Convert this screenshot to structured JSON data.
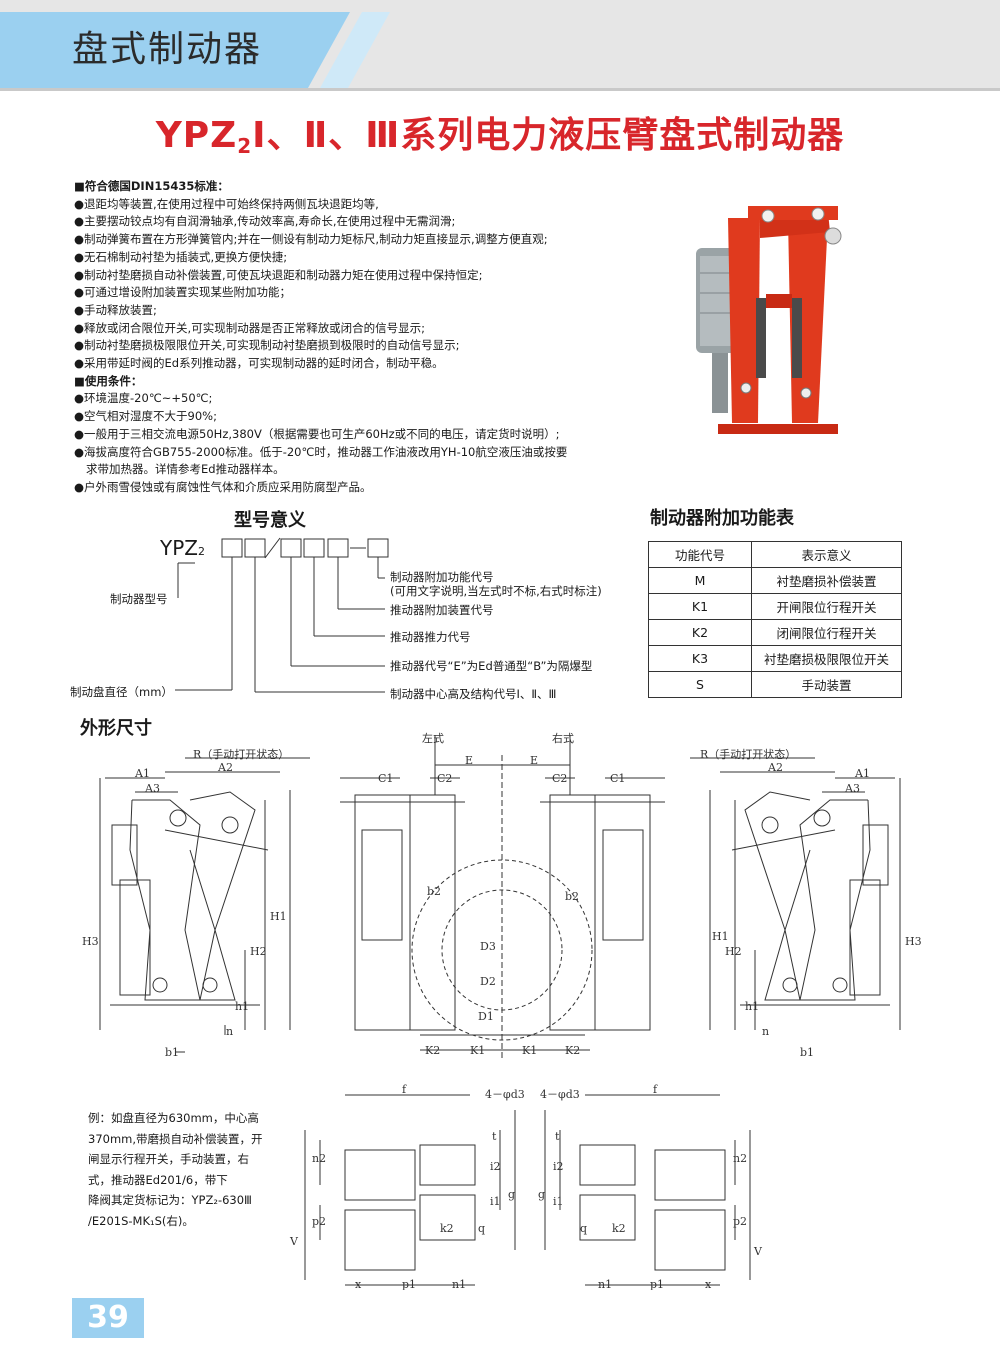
{
  "header": {
    "section_title": "盘式制动器",
    "main_title_a": "YPZ",
    "main_title_sub": "2",
    "main_title_b": "Ⅰ、Ⅱ、Ⅲ系列电力液压臂盘式制动器"
  },
  "specs": {
    "standard_heading": "■符合德国DIN15435标准：",
    "standard_items": [
      "●退距均等装置,在使用过程中可始终保持两侧瓦块退距均等,",
      "●主要摆动铰点均有自润滑轴承,传动效率高,寿命长,在使用过程中无需润滑;",
      "●制动弹簧布置在方形弹簧管内;并在一侧设有制动力矩标尺,制动力矩直接显示,调整方便直观;",
      "●无石棉制动衬垫为插装式,更换方便快捷;",
      "●制动衬垫磨损自动补偿装置,可使瓦块退距和制动器力矩在使用过程中保持恒定;",
      "●可通过增设附加装置实现某些附加功能；",
      "●手动释放装置;",
      "●释放或闭合限位开关,可实现制动器是否正常释放或闭合的信号显示;",
      "●制动衬垫磨损极限限位开关,可实现制动衬垫磨损到极限时的自动信号显示;",
      "●采用带延时阀的Ed系列推动器，可实现制动器的延时闭合，制动平稳。"
    ],
    "conditions_heading": "■使用条件：",
    "conditions_items": [
      "●环境温度-20℃~+50℃;",
      "●空气相对湿度不大于90%;",
      "●一般用于三相交流电源50Hz,380V（根据需要也可生产60Hz或不同的电压，请定货时说明）;",
      "●海拔高度符合GB755-2000标准。低于-20℃时，推动器工作油液改用YH-10航空液压油或按要",
      "求带加热器。详情参考Ed推动器样本。",
      "●户外雨雪侵蚀或有腐蚀性气体和介质应采用防腐型产品。"
    ]
  },
  "model": {
    "heading": "型号意义",
    "code": "YPZ",
    "code_sub": "2",
    "labels": {
      "brake_type": "制动器型号",
      "disc_diameter": "制动盘直径（mm）",
      "aux_func": "制动器附加功能代号",
      "aux_func_note": "(可用文字说明,当左式时不标,右式时标注)",
      "thruster_aux": "推动器附加装置代号",
      "thruster_force": "推动器推力代号",
      "thruster_code": "推动器代号“E”为Ed普通型“B”为隔爆型",
      "center_height": "制动器中心高及结构代号Ⅰ、Ⅱ、Ⅲ"
    }
  },
  "func_table": {
    "heading": "制动器附加功能表",
    "headers": [
      "功能代号",
      "表示意义"
    ],
    "rows": [
      [
        "M",
        "衬垫磨损补偿装置"
      ],
      [
        "K1",
        "开闸限位行程开关"
      ],
      [
        "K2",
        "闭闸限位行程开关"
      ],
      [
        "K3",
        "衬垫磨损极限限位开关"
      ],
      [
        "S",
        "手动装置"
      ]
    ]
  },
  "dims": {
    "heading": "外形尺寸",
    "left_style": "左式",
    "right_style": "右式",
    "manual_open": "R（手动打开状态）",
    "labels": [
      "A1",
      "A2",
      "A3",
      "H1",
      "H2",
      "H3",
      "h1",
      "n",
      "b1",
      "C1",
      "C2",
      "E",
      "b2",
      "K1",
      "K2",
      "D1",
      "D2",
      "D3",
      "f",
      "4－φd3",
      "n2",
      "i2",
      "i1",
      "g",
      "t",
      "p2",
      "V",
      "k2",
      "q",
      "x",
      "p1",
      "n1"
    ]
  },
  "example": {
    "lines": [
      "例：如盘直径为630mm，中心高",
      "370mm,带磨损自动补偿装置，开",
      "闸显示行程开关，手动装置，右",
      "式，推动器Ed201/6，带下",
      "降阀其定货标记为：YPZ₂-630Ⅲ",
      "/E201S-MK₁S(右)。"
    ]
  },
  "page_number": "39",
  "colors": {
    "header_blue": "#9bd0f0",
    "title_red": "#d8262b",
    "product_red": "#e03a1e",
    "header_gray": "#e6e6e6"
  }
}
